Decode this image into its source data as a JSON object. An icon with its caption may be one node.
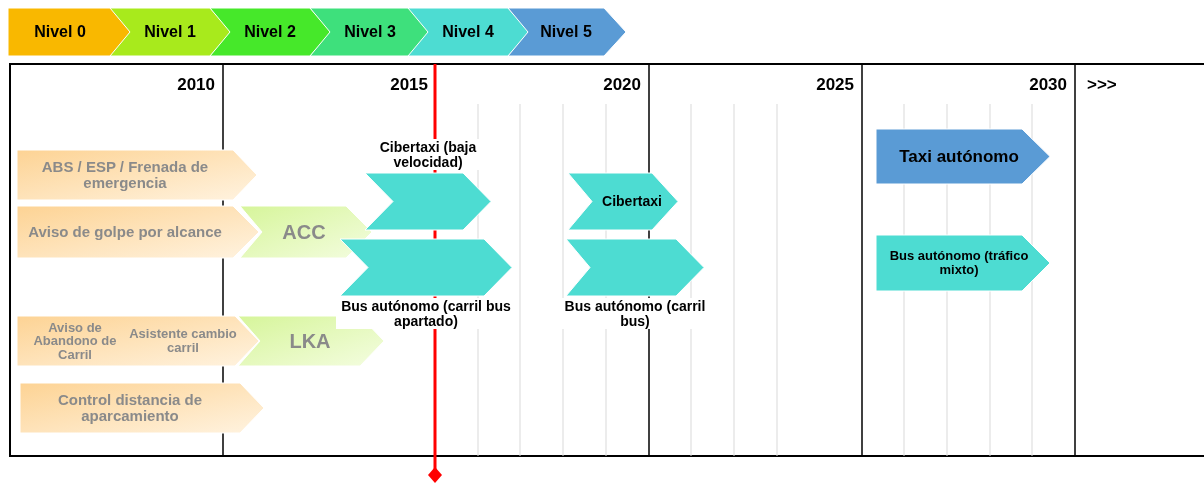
{
  "diagram": {
    "nodes": [
      {
        "text": [
          "Nivel 0"
        ]
      },
      {
        "text": [
          "Nivel 1"
        ]
      },
      {
        "text": [
          "Nivel 2"
        ]
      },
      {
        "text": [
          "Nivel 3"
        ]
      },
      {
        "text": [
          "Nivel 4"
        ]
      },
      {
        "text": [
          "Nivel 5"
        ]
      },
      {
        "text": [
          "ABS / ESP / Frenada de emergencia"
        ]
      },
      {
        "text": [
          "Aviso de golpe por alcance"
        ]
      },
      {
        "text": [
          "ACC"
        ]
      },
      {
        "text": [
          "Aviso de Abandono de Carril",
          "Asistente cambio carril"
        ]
      },
      {
        "text": [
          "LKA"
        ]
      },
      {
        "text": [
          "Control distancia de aparcamiento"
        ]
      },
      {
        "text": [
          "Cibertaxi (baja velocidad)"
        ]
      },
      {
        "text": [
          "Bus autónomo (carril bus apartado)"
        ]
      },
      {
        "text": [
          "Cibertaxi"
        ]
      },
      {
        "text": [
          "Bus autónomo (carril bus)"
        ]
      },
      {
        "text": [
          "Taxi autónomo"
        ]
      },
      {
        "text": [
          "Bus autónomo (tráfico mixto)"
        ]
      }
    ],
    "labels": [
      "2010",
      "2015",
      "2020",
      "2025",
      "2030",
      ">>>"
    ]
  }
}
